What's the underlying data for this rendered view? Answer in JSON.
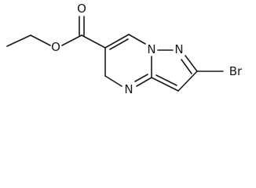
{
  "molecule": {
    "atoms": {
      "carbonyl_oxygen": "O",
      "ester_oxygen": "O",
      "bridge_nitrogen": "N",
      "pyrazole_nitrogen": "N",
      "pyrimidine_nitrogen": "N",
      "bromine": "Br"
    }
  }
}
